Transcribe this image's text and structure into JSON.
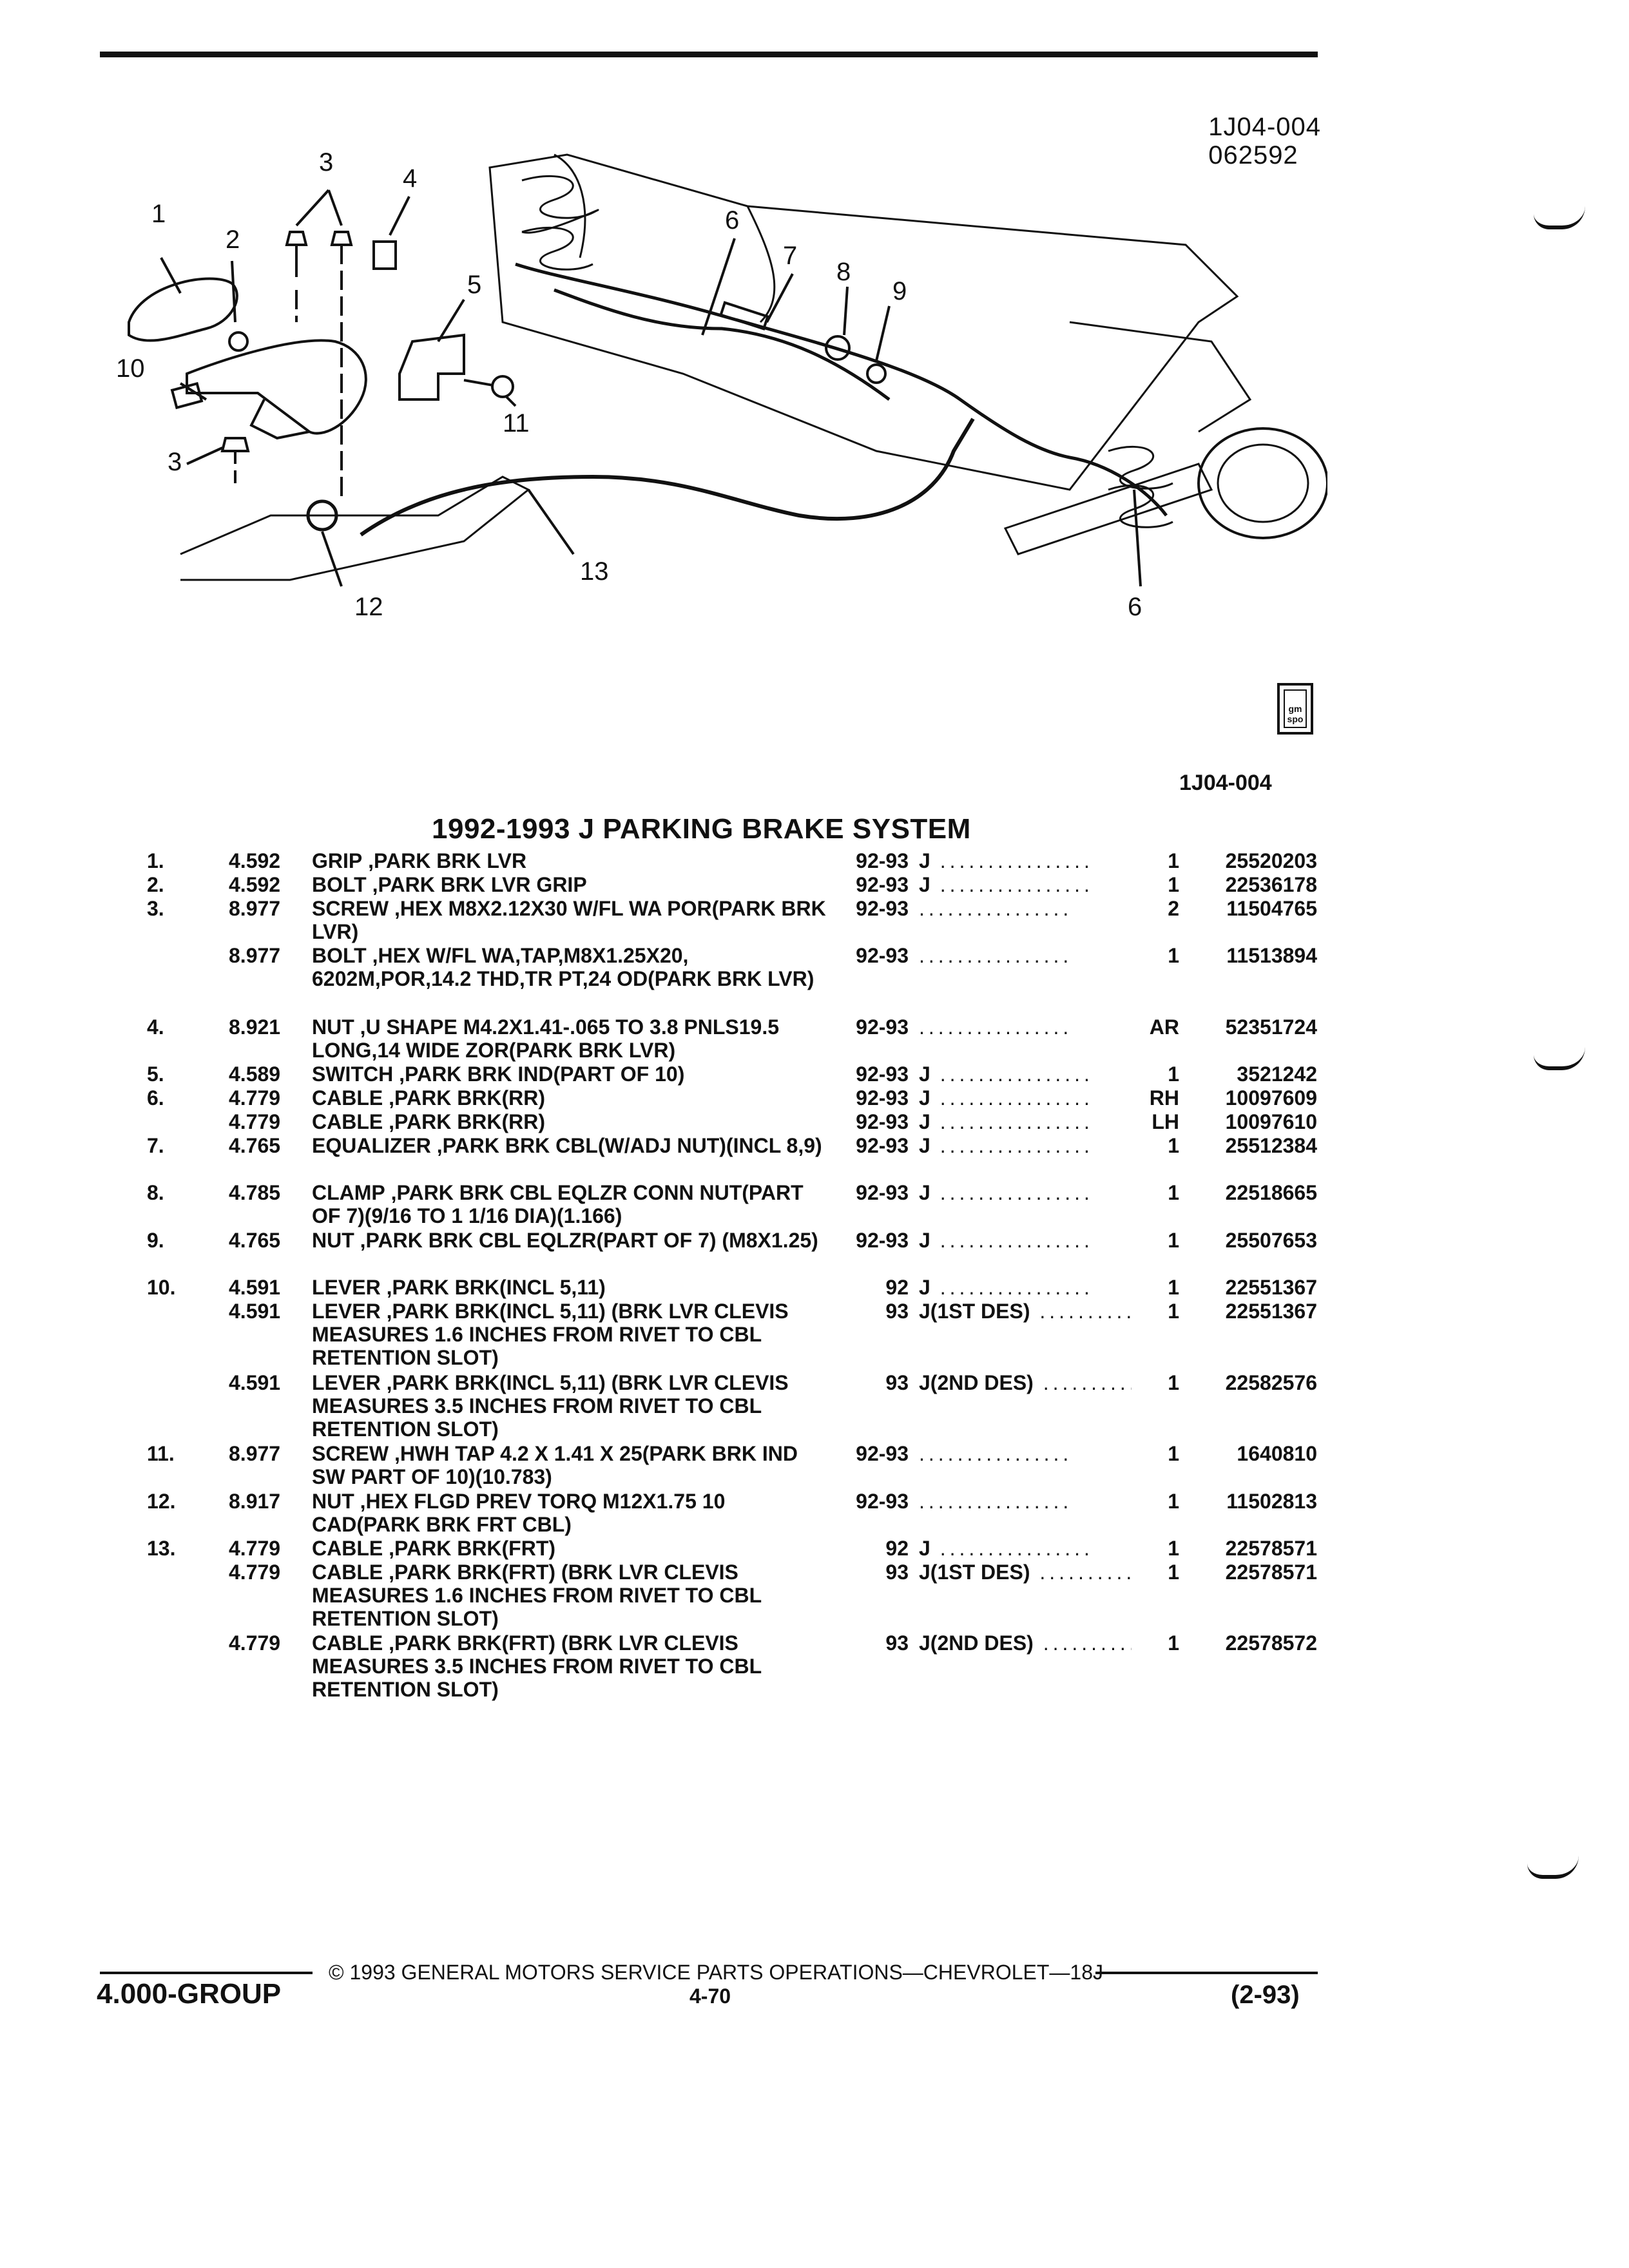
{
  "header": {
    "code_line1": "1J04-004",
    "code_line2": "062592"
  },
  "diagram": {
    "callouts": [
      "1",
      "2",
      "3",
      "3",
      "4",
      "5",
      "6",
      "6",
      "7",
      "8",
      "9",
      "10",
      "11",
      "12",
      "13"
    ],
    "logo_text": "gm spo"
  },
  "figure_code": "1J04-004",
  "section_title": "1992-1993 J PARKING BRAKE SYSTEM",
  "parts": [
    {
      "idx": "1.",
      "grp": "4.592",
      "name": "GRIP",
      "desc": " ,PARK BRK LVR",
      "lines": 1,
      "year": "92-93",
      "ser": "J",
      "qty": "1",
      "part": "25520203"
    },
    {
      "idx": "2.",
      "grp": "4.592",
      "name": "BOLT",
      "desc": " ,PARK BRK LVR GRIP",
      "lines": 1,
      "year": "92-93",
      "ser": "J",
      "qty": "1",
      "part": "22536178"
    },
    {
      "idx": "3.",
      "grp": "8.977",
      "name": "SCREW",
      "desc": " ,HEX M8X2.12X30 W/FL WA POR(PARK BRK LVR)",
      "lines": 2,
      "year": "92-93",
      "ser": "",
      "qty": "2",
      "part": "11504765"
    },
    {
      "idx": "",
      "grp": "8.977",
      "name": "BOLT",
      "desc": " ,HEX W/FL WA,TAP,M8X1.25X20, 6202M,POR,14.2 THD,TR PT,24 OD(PARK BRK LVR)",
      "lines": 3,
      "year": "92-93",
      "ser": "",
      "qty": "1",
      "part": "11513894"
    },
    {
      "idx": "4.",
      "grp": "8.921",
      "name": "NUT",
      "desc": " ,U SHAPE M4.2X1.41-.065 TO 3.8 PNLS19.5 LONG,14 WIDE ZOR(PARK BRK LVR)",
      "lines": 2,
      "year": "92-93",
      "ser": "",
      "qty": "AR",
      "part": "52351724"
    },
    {
      "idx": "5.",
      "grp": "4.589",
      "name": "SWITCH",
      "desc": " ,PARK BRK IND(PART OF 10)",
      "lines": 1,
      "year": "92-93",
      "ser": "J",
      "qty": "1",
      "part": "3521242"
    },
    {
      "idx": "6.",
      "grp": "4.779",
      "name": "CABLE",
      "desc": " ,PARK BRK(RR)",
      "lines": 1,
      "year": "92-93",
      "ser": "J",
      "qty": "RH",
      "part": "10097609"
    },
    {
      "idx": "",
      "grp": "4.779",
      "name": "CABLE",
      "desc": " ,PARK BRK(RR)",
      "lines": 1,
      "year": "92-93",
      "ser": "J",
      "qty": "LH",
      "part": "10097610"
    },
    {
      "idx": "7.",
      "grp": "4.765",
      "name": "EQUALIZER",
      "desc": " ,PARK BRK CBL(W/ADJ NUT)(INCL 8,9)",
      "lines": 2,
      "year": "92-93",
      "ser": "J",
      "qty": "1",
      "part": "25512384"
    },
    {
      "idx": "8.",
      "grp": "4.785",
      "name": "CLAMP",
      "desc": " ,PARK BRK CBL EQLZR CONN NUT(PART OF 7)(9/16 TO 1 1/16 DIA)(1.166)",
      "lines": 2,
      "year": "92-93",
      "ser": "J",
      "qty": "1",
      "part": "22518665"
    },
    {
      "idx": "9.",
      "grp": "4.765",
      "name": "NUT",
      "desc": " ,PARK BRK CBL EQLZR(PART OF 7) (M8X1.25)",
      "lines": 2,
      "year": "92-93",
      "ser": "J",
      "qty": "1",
      "part": "25507653"
    },
    {
      "idx": "10.",
      "grp": "4.591",
      "name": "LEVER",
      "desc": " ,PARK BRK(INCL 5,11)",
      "lines": 1,
      "year": "92",
      "ser": "J",
      "qty": "1",
      "part": "22551367"
    },
    {
      "idx": "",
      "grp": "4.591",
      "name": "LEVER",
      "desc": " ,PARK BRK(INCL 5,11) (BRK LVR CLEVIS MEASURES 1.6 INCHES FROM RIVET TO CBL RETENTION SLOT)",
      "lines": 3,
      "year": "93",
      "ser": "J(1ST DES)",
      "qty": "1",
      "part": "22551367"
    },
    {
      "idx": "",
      "grp": "4.591",
      "name": "LEVER",
      "desc": " ,PARK BRK(INCL 5,11) (BRK LVR CLEVIS MEASURES 3.5 INCHES FROM RIVET TO CBL RETENTION SLOT)",
      "lines": 3,
      "year": "93",
      "ser": "J(2ND DES)",
      "qty": "1",
      "part": "22582576"
    },
    {
      "idx": "11.",
      "grp": "8.977",
      "name": "SCREW",
      "desc": " ,HWH TAP 4.2 X 1.41 X 25(PARK BRK IND SW PART OF 10)(10.783)",
      "lines": 2,
      "year": "92-93",
      "ser": "",
      "qty": "1",
      "part": "1640810"
    },
    {
      "idx": "12.",
      "grp": "8.917",
      "name": "NUT",
      "desc": " ,HEX FLGD PREV TORQ M12X1.75 10 CAD(PARK BRK FRT CBL)",
      "lines": 2,
      "year": "92-93",
      "ser": "",
      "qty": "1",
      "part": "11502813"
    },
    {
      "idx": "13.",
      "grp": "4.779",
      "name": "CABLE",
      "desc": " ,PARK BRK(FRT)",
      "lines": 1,
      "year": "92",
      "ser": "J",
      "qty": "1",
      "part": "22578571"
    },
    {
      "idx": "",
      "grp": "4.779",
      "name": "CABLE",
      "desc": " ,PARK BRK(FRT) (BRK LVR CLEVIS MEASURES 1.6 INCHES FROM RIVET TO CBL RETENTION SLOT)",
      "lines": 3,
      "year": "93",
      "ser": "J(1ST DES)",
      "qty": "1",
      "part": "22578571"
    },
    {
      "idx": "",
      "grp": "4.779",
      "name": "CABLE",
      "desc": " ,PARK BRK(FRT) (BRK LVR CLEVIS MEASURES 3.5 INCHES FROM RIVET TO CBL RETENTION SLOT)",
      "lines": 3,
      "year": "93",
      "ser": "J(2ND DES)",
      "qty": "1",
      "part": "22578572"
    }
  ],
  "footer": {
    "copyright": "© 1993 GENERAL MOTORS SERVICE PARTS OPERATIONS—CHEVROLET—18J",
    "group": "4.000-GROUP",
    "page": "4-70",
    "date": "(2-93)"
  }
}
